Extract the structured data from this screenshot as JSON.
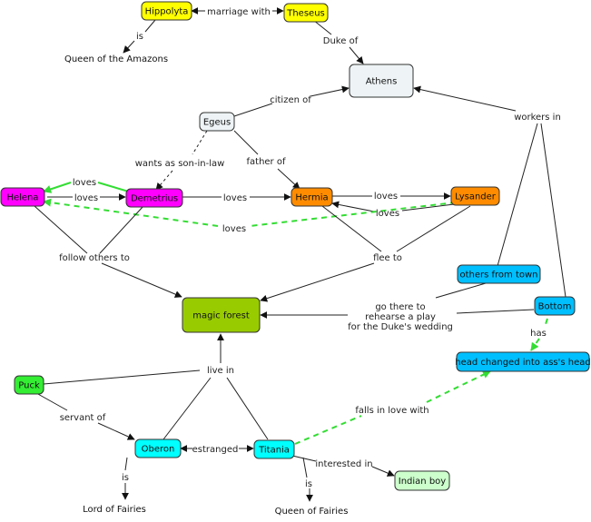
{
  "nodes": {
    "hippolyta": {
      "label": "Hippolyta",
      "fill": "#ffff00"
    },
    "theseus": {
      "label": "Theseus",
      "fill": "#ffff00"
    },
    "athens": {
      "label": "Athens",
      "fill": "#eef4f6"
    },
    "egeus": {
      "label": "Egeus",
      "fill": "#eef4f6"
    },
    "helena": {
      "label": "Helena",
      "fill": "#ff00ff"
    },
    "demetrius": {
      "label": "Demetrius",
      "fill": "#ff00ff"
    },
    "hermia": {
      "label": "Hermia",
      "fill": "#ff8c00"
    },
    "lysander": {
      "label": "Lysander",
      "fill": "#ff8c00"
    },
    "magic_forest": {
      "label": "magic forest",
      "fill": "#99cc00"
    },
    "others_from_town": {
      "label": "others from town",
      "fill": "#00bfff"
    },
    "bottom": {
      "label": "Bottom",
      "fill": "#00bfff"
    },
    "head_changed": {
      "label": "head changed into ass's head",
      "fill": "#00bfff"
    },
    "puck": {
      "label": "Puck",
      "fill": "#33ee33"
    },
    "oberon": {
      "label": "Oberon",
      "fill": "#00ffff"
    },
    "titania": {
      "label": "Titania",
      "fill": "#00ffff"
    },
    "indian_boy": {
      "label": "Indian boy",
      "fill": "#ccffcc"
    }
  },
  "plain_labels": {
    "queen_of_amazons": "Queen of the Amazons",
    "lord_of_fairies": "Lord of Fairies",
    "queen_of_fairies": "Queen of Fairies"
  },
  "link_labels": {
    "marriage_with": "marriage with",
    "is_hippolyta": "is",
    "duke_of": "Duke of",
    "citizen_of": "citizen of",
    "workers_in": "workers in",
    "wants_as_son_in_law": "wants as son-in-law",
    "father_of": "father of",
    "loves_helena_demetrius_top": "loves",
    "loves_helena_demetrius": "loves",
    "loves_demetrius_hermia": "loves",
    "loves_hermia_lysander": "loves",
    "loves_lysander_hermia": "loves",
    "loves_lysander_helena": "loves",
    "follow_others_to": "follow others to",
    "flee_to": "flee to",
    "go_there_line1": "go there to",
    "go_there_line2": "rehearse a play",
    "go_there_line3": "for the Duke's wedding",
    "has": "has",
    "live_in": "live in",
    "servant_of": "servant of",
    "estranged": "estranged",
    "falls_in_love_with": "falls in love with",
    "interested_in": "interested in",
    "is_oberon": "is",
    "is_titania": "is"
  }
}
